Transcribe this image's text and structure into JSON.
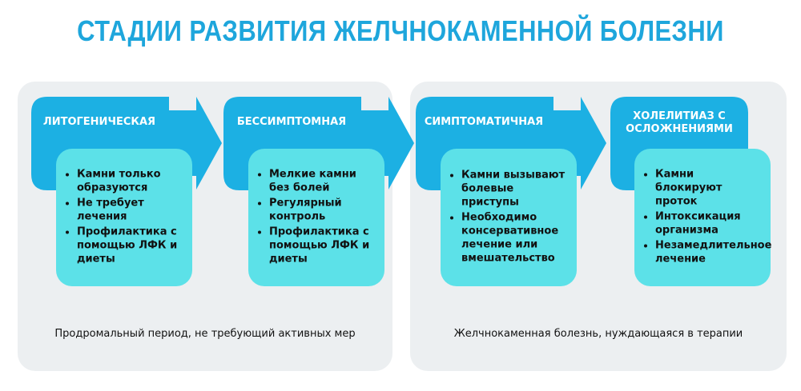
{
  "title": "СТАДИИ РАЗВИТИЯ ЖЕЛЧНОКАМЕННОЙ БОЛЕЗНИ",
  "colors": {
    "title": "#1ea6dc",
    "arrow": "#1cb0e3",
    "card": "#5ce1e8",
    "panel": "#eceff1"
  },
  "groups": [
    {
      "label": "Продромальный период, не требующий активных мер"
    },
    {
      "label": "Желчнокаменная болезнь, нуждающаяся в терапии"
    }
  ],
  "stages": [
    {
      "name": "ЛИТОГЕНИЧЕСКАЯ",
      "items": [
        "Камни только образуются",
        "Не требует лечения",
        "Профилактика с помощью ЛФК и диеты"
      ]
    },
    {
      "name": "БЕССИМПТОМНАЯ",
      "items": [
        "Мелкие камни без болей",
        "Регулярный контроль",
        "Профилактика с помощью ЛФК и диеты"
      ]
    },
    {
      "name": "СИМПТОМАТИЧНАЯ",
      "items": [
        "Камни вызывают болевые приступы",
        "Необходимо консервативное лечение или вмешательство"
      ]
    },
    {
      "name": "ХОЛЕЛИТИАЗ С ОСЛОЖНЕНИЯМИ",
      "items": [
        "Камни блокируют проток",
        "Интоксикация организма",
        "Незамедлительное лечение"
      ]
    }
  ]
}
